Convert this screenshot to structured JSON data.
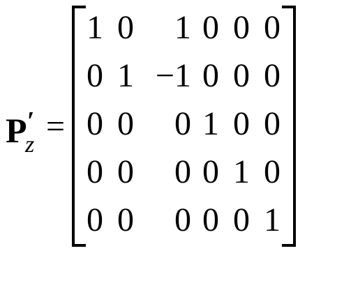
{
  "equation": {
    "lhs_symbol": "P",
    "lhs_prime": "′",
    "lhs_subscript": "z",
    "equals": "=",
    "matrix": {
      "rows": [
        [
          "1",
          "0",
          "1",
          "0",
          "0",
          "0"
        ],
        [
          "0",
          "1",
          "−1",
          "0",
          "0",
          "0"
        ],
        [
          "0",
          "0",
          "0",
          "1",
          "0",
          "0"
        ],
        [
          "0",
          "0",
          "0",
          "0",
          "1",
          "0"
        ],
        [
          "0",
          "0",
          "0",
          "0",
          "0",
          "1"
        ]
      ]
    }
  }
}
